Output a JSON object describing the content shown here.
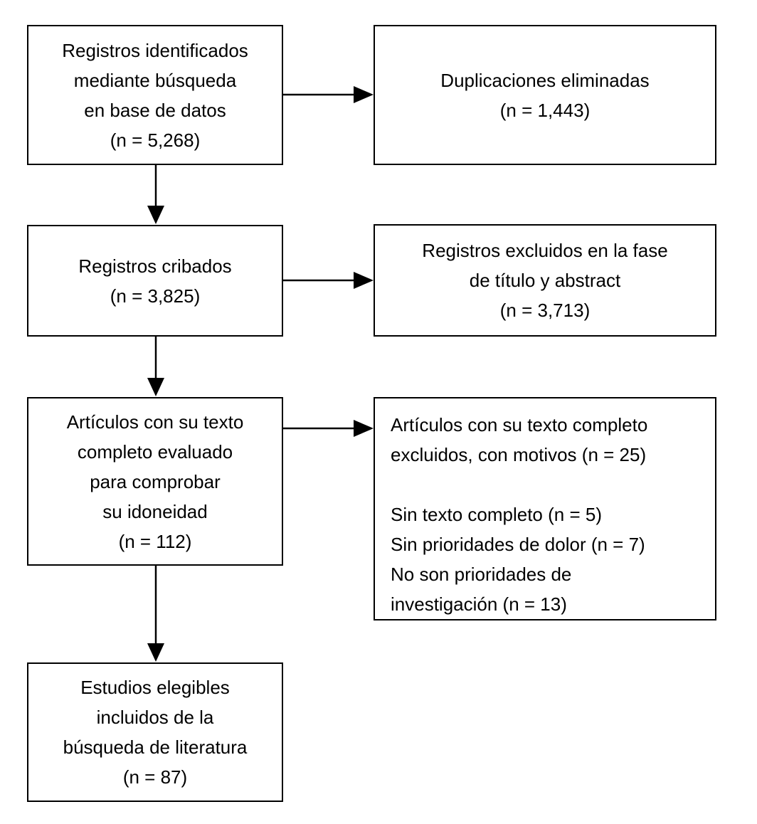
{
  "diagram": {
    "type": "flowchart",
    "language": "es",
    "colors": {
      "background": "#ffffff",
      "box_fill": "#ffffff",
      "box_border": "#000000",
      "text": "#000000",
      "arrow": "#000000"
    },
    "boxes": [
      {
        "id": "records-identified",
        "text": "Registros identificados\nmediante búsqueda\nen base de datos\n(n = 5,268)",
        "n": 5268
      },
      {
        "id": "duplicates-removed",
        "text": "Duplicaciones eliminadas\n(n = 1,443)",
        "n": 1443
      },
      {
        "id": "records-screened",
        "text": "Registros cribados\n(n = 3,825)",
        "n": 3825
      },
      {
        "id": "records-excluded-title-abstract",
        "text": "Registros excluidos en la fase\nde título y abstract\n(n = 3,713)",
        "n": 3713
      },
      {
        "id": "fulltext-assessed",
        "text": "Artículos con su texto\ncompleto evaluado\npara comprobar\nsu idoneidad\n(n = 112)",
        "n": 112
      },
      {
        "id": "fulltext-excluded-reasons",
        "text": "Artículos con su texto completo\nexcluidos, con motivos (n = 25)\n\nSin texto completo (n = 5)\nSin prioridades de dolor (n = 7)\nNo son prioridades de\ninvestigación (n = 13)",
        "n": 25
      },
      {
        "id": "studies-included",
        "text": "Estudios elegibles\nincluidos de la\nbúsqueda de literatura\n(n = 87)",
        "n": 87
      }
    ]
  }
}
